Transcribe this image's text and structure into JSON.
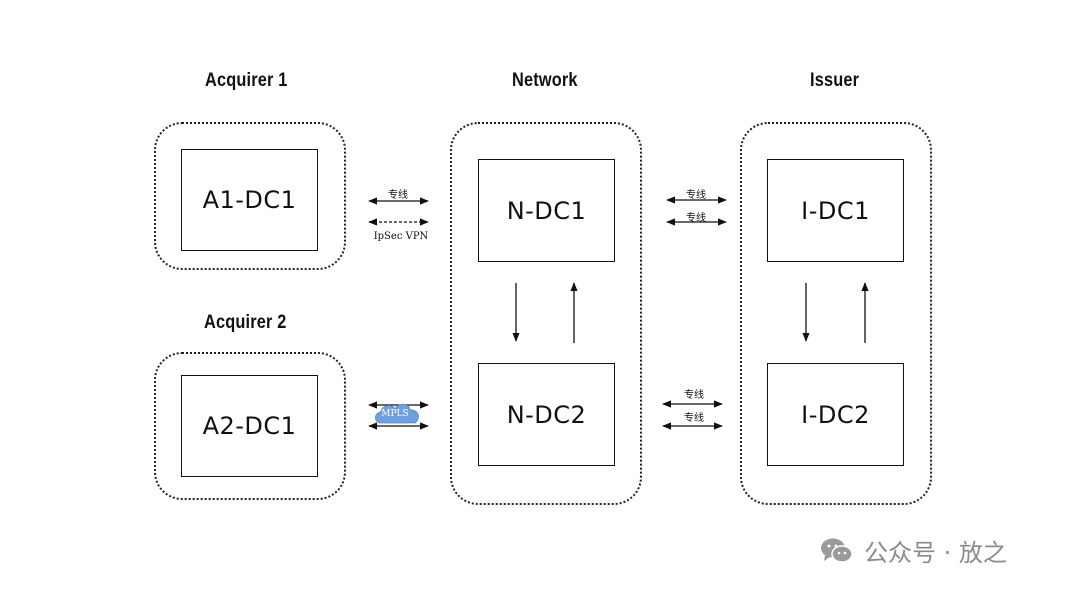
{
  "groups": {
    "acquirer1": {
      "title": "Acquirer 1",
      "dc": "A1-DC1"
    },
    "acquirer2": {
      "title": "Acquirer 2",
      "dc": "A2-DC1"
    },
    "network": {
      "title": "Network",
      "dc1": "N-DC1",
      "dc2": "N-DC2"
    },
    "issuer": {
      "title": "Issuer",
      "dc1": "I-DC1",
      "dc2": "I-DC2"
    }
  },
  "links": {
    "a1_network": {
      "top": "专线",
      "bottom": "IpSec VPN"
    },
    "a2_network": {
      "cloud": "MPLS"
    },
    "ndc1_idc1": {
      "top": "专线",
      "bottom": "专线"
    },
    "ndc2_idc2": {
      "top": "专线",
      "bottom": "专线"
    }
  },
  "colors": {
    "cloud": "#6f9fe0",
    "stroke": "#111111",
    "watermark": "#8a8a8a"
  },
  "watermark": {
    "icon": "wechat-icon",
    "text": "公众号 · 放之"
  }
}
